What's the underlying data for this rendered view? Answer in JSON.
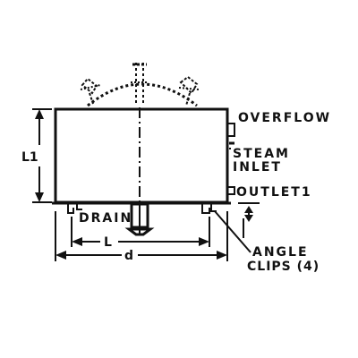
{
  "drawing": {
    "line_color": "#111111",
    "background": "#ffffff",
    "labels": {
      "overflow": "OVERFLOW",
      "steam_inlet_1": "STEAM",
      "steam_inlet_2": "INLET",
      "outlet": "OUTLET1",
      "drain": "DRAIN",
      "angle_clips_1": "ANGLE",
      "angle_clips_2": "CLIPS (4)",
      "height_dim": "L1",
      "length_dim": "L",
      "diameter_dim": "d"
    }
  }
}
